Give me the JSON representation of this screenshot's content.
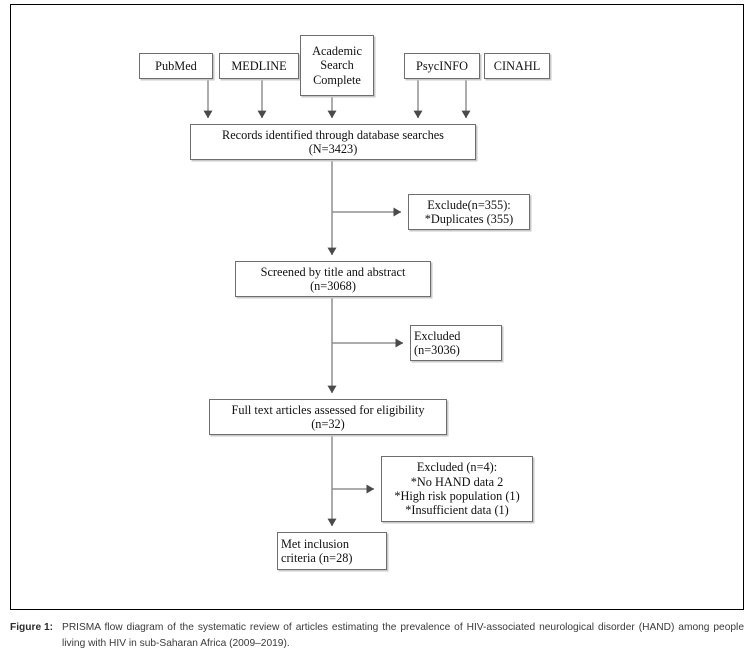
{
  "figure": {
    "caption_label": "Figure 1:",
    "caption_text": "PRISMA flow diagram of the systematic review of articles estimating the prevalence of HIV-associated neurological disorder (HAND) among people living with HIV in sub-Saharan Africa (2009–2019)."
  },
  "colors": {
    "box_border": "#6e6e6e",
    "frame_border": "#000000",
    "connector": "#808080",
    "text": "#101010",
    "caption_text": "#3a3a3a"
  },
  "diagram": {
    "type": "prisma-flow-diagram",
    "sources": [
      {
        "id": "pubmed",
        "lines": [
          "PubMed"
        ]
      },
      {
        "id": "medline",
        "lines": [
          "MEDLINE"
        ]
      },
      {
        "id": "academic",
        "lines": [
          "Academic",
          "Search",
          "Complete"
        ]
      },
      {
        "id": "psycinfo",
        "lines": [
          "PsycINFO"
        ]
      },
      {
        "id": "cinahl",
        "lines": [
          "CINAHL"
        ]
      }
    ],
    "nodes": {
      "records": {
        "lines": [
          "Records identified through database searches",
          "(N=3423)"
        ],
        "count_label": "N=3423",
        "count": 3423
      },
      "exclude_duplicates": {
        "lines": [
          "Exclude(n=355):",
          "*Duplicates (355)"
        ],
        "count": 355
      },
      "screened": {
        "lines": [
          "Screened by title and abstract",
          "(n=3068)"
        ],
        "count": 3068
      },
      "excluded_screening": {
        "lines": [
          "Excluded",
          "(n=3036)"
        ],
        "count": 3036
      },
      "full_text": {
        "lines": [
          "Full text articles assessed for eligibility",
          "(n=32)"
        ],
        "count": 32
      },
      "excluded_eligibility": {
        "lines": [
          "Excluded (n=4):",
          "*No HAND data 2",
          "*High risk population (1)",
          "*Insufficient data (1)"
        ],
        "count": 4
      },
      "included": {
        "lines": [
          "Met inclusion",
          "criteria (n=28)"
        ],
        "count": 28
      }
    }
  }
}
